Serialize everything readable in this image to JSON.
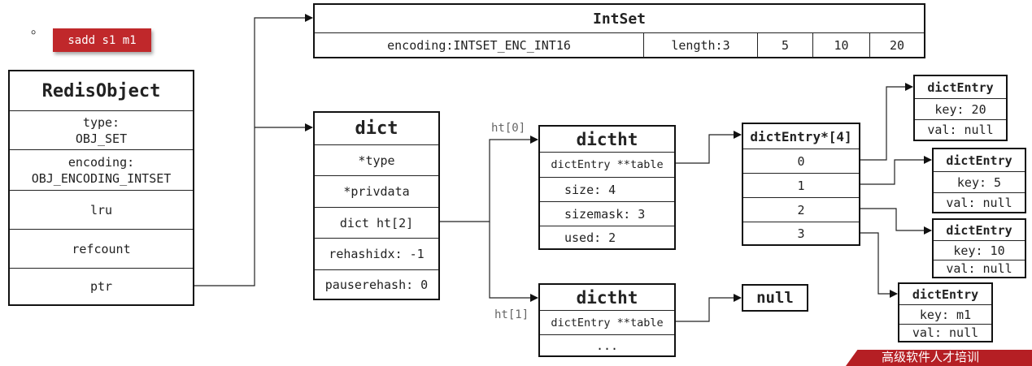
{
  "bullet": "。",
  "command": "sadd s1 m1",
  "redis_object": {
    "title": "RedisObject",
    "type": "type:\nOBJ_SET",
    "encoding": "encoding:\nOBJ_ENCODING_INTSET",
    "lru": "lru",
    "refcount": "refcount",
    "ptr": "ptr"
  },
  "intset": {
    "title": "IntSet",
    "encoding": "encoding:INTSET_ENC_INT16",
    "length": "length:3",
    "values": [
      "5",
      "10",
      "20"
    ]
  },
  "dict": {
    "title": "dict",
    "fields": [
      "*type",
      "*privdata",
      "dict ht[2]",
      "rehashidx: -1",
      "pauserehash: 0"
    ]
  },
  "ht0_label": "ht[0]",
  "ht1_label": "ht[1]",
  "dictht0": {
    "title": "dictht",
    "fields": [
      "dictEntry **table",
      "size: 4",
      "sizemask: 3",
      "used: 2"
    ]
  },
  "dictht1": {
    "title": "dictht",
    "fields": [
      "dictEntry **table",
      "..."
    ]
  },
  "null_box": "null",
  "table": {
    "title": "dictEntry*[4]",
    "slots": [
      "0",
      "1",
      "2",
      "3"
    ]
  },
  "entries": [
    {
      "title": "dictEntry",
      "key": "key: 20",
      "val": "val: null"
    },
    {
      "title": "dictEntry",
      "key": "key: 5",
      "val": "val: null"
    },
    {
      "title": "dictEntry",
      "key": "key: 10",
      "val": "val: null"
    },
    {
      "title": "dictEntry",
      "key": "key: m1",
      "val": "val: null"
    }
  ],
  "footer_banner": "高级软件人才培训"
}
